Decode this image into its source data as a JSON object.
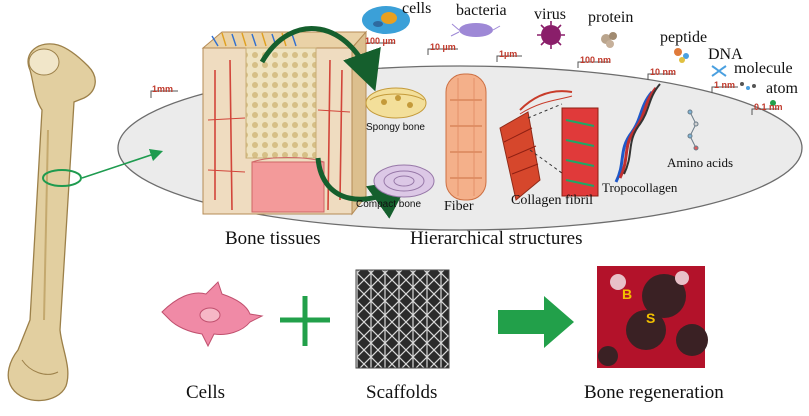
{
  "colors": {
    "scale_red": "#c0392b",
    "arrow_green": "#1e9b4f",
    "plus_green": "#22a04a",
    "ellipse_fill": "#ebebeb",
    "bone_tan": "#e2cfa0",
    "cell_pink": "#f08aa6",
    "regen_red": "#b3122a"
  },
  "scale_markers": [
    "1mm",
    "100 µm",
    "10 µm",
    "1µm",
    "100 nm",
    "10 nm",
    "1 nm",
    "0.1 nm"
  ],
  "entities": {
    "cells": "cells",
    "bacteria": "bacteria",
    "virus": "virus",
    "protein": "protein",
    "peptide": "peptide",
    "dna": "DNA",
    "molecule": "molecule",
    "atom": "atom"
  },
  "structures": {
    "spongy_bone": "Spongy bone",
    "compact_bone": "Compact bone",
    "fiber": "Fiber",
    "collagen_fibril": "Collagen fibril",
    "tropocollagen": "Tropocollagen",
    "amino_acids": "Amino acids"
  },
  "section_labels": {
    "bone_tissues": "Bone tissues",
    "hierarchical_structures": "Hierarchical structures"
  },
  "bottom_labels": {
    "cells": "Cells",
    "scaffolds": "Scaffolds",
    "bone_regeneration": "Bone regeneration"
  },
  "regeneration_markers": {
    "b": "B",
    "s": "S"
  }
}
